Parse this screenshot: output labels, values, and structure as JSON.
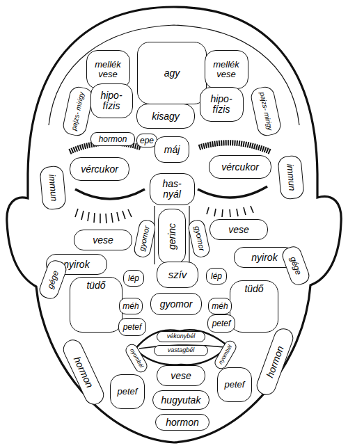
{
  "diagram": {
    "nodes": [
      {
        "text": [
          "agy"
        ]
      },
      {
        "text": [
          "mellék vese"
        ]
      },
      {
        "text": [
          "mellék vese"
        ]
      },
      {
        "text": [
          "pajzs- mirigy"
        ]
      },
      {
        "text": [
          "hipo- fízis"
        ]
      },
      {
        "text": [
          "kisagy"
        ]
      },
      {
        "text": [
          "hipo- fízis"
        ]
      },
      {
        "text": [
          "pajzs- mirigy"
        ]
      },
      {
        "text": [
          "hormon"
        ]
      },
      {
        "text": [
          "epe"
        ]
      },
      {
        "text": [
          "máj"
        ]
      },
      {
        "text": [
          "immun"
        ]
      },
      {
        "text": [
          "vércukor"
        ]
      },
      {
        "text": [
          "has- nyál"
        ]
      },
      {
        "text": [
          "vércukor"
        ]
      },
      {
        "text": [
          "immun"
        ]
      },
      {
        "text": [
          "gyomor"
        ]
      },
      {
        "text": [
          "gerinc"
        ]
      },
      {
        "text": [
          "gyomor"
        ]
      },
      {
        "text": [
          "vese"
        ]
      },
      {
        "text": [
          "vese"
        ]
      },
      {
        "text": [
          "nyirok"
        ]
      },
      {
        "text": [
          "nyirok"
        ]
      },
      {
        "text": [
          "gége"
        ]
      },
      {
        "text": [
          "gége"
        ]
      },
      {
        "text": [
          "lép"
        ]
      },
      {
        "text": [
          "szív"
        ]
      },
      {
        "text": [
          "lép"
        ]
      },
      {
        "text": [
          "tüdő"
        ]
      },
      {
        "text": [
          "tüdő"
        ]
      },
      {
        "text": [
          "méh"
        ]
      },
      {
        "text": [
          "gyomor"
        ]
      },
      {
        "text": [
          "méh"
        ]
      },
      {
        "text": [
          "petef"
        ]
      },
      {
        "text": [
          "petef"
        ]
      },
      {
        "text": [
          "hormon"
        ]
      },
      {
        "text": [
          "hormon"
        ]
      },
      {
        "text": [
          "vékonybél"
        ]
      },
      {
        "text": [
          "vastagbél"
        ]
      },
      {
        "text": [
          "nyombél"
        ]
      },
      {
        "text": [
          "nyombél"
        ]
      },
      {
        "text": [
          "vese"
        ]
      },
      {
        "text": [
          "petef"
        ]
      },
      {
        "text": [
          "petef"
        ]
      },
      {
        "text": [
          "hugyutak"
        ]
      },
      {
        "text": [
          "hormon"
        ]
      }
    ]
  }
}
